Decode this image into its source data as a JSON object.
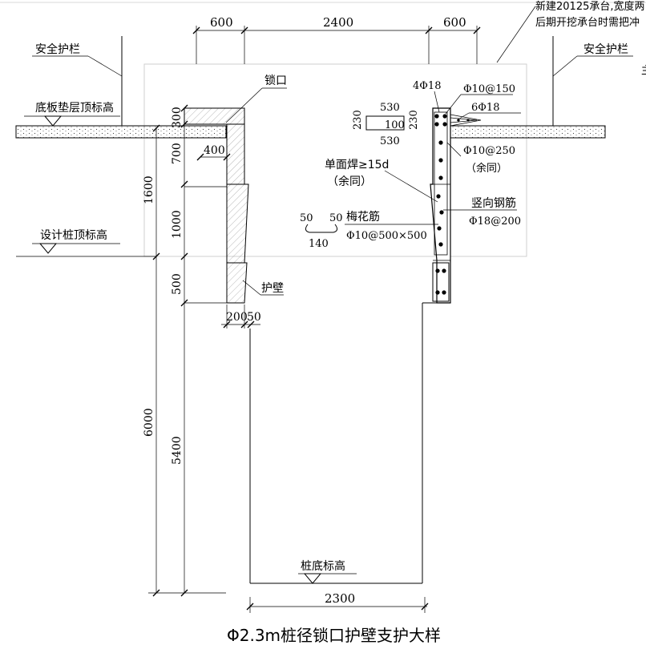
{
  "top_note": {
    "line1": "新建20125承台,宽度两",
    "line2": "后期开挖承台时需把冲"
  },
  "dims": {
    "top_left": "600",
    "top_mid": "2400",
    "top_right": "600",
    "lock_h": "300",
    "d700": "700",
    "d1600": "1600",
    "d1000": "1000",
    "d500": "500",
    "d6000": "6000",
    "d5400": "5400",
    "w400": "400",
    "w200": "200",
    "w50": "50",
    "bottom": "2300"
  },
  "labels": {
    "safety_rail_left": "安全护栏",
    "safety_rail_right": "安全护栏",
    "slab_top": "底板垫层顶标高",
    "pile_top": "设计桩顶标高",
    "lock": "锁口",
    "wall": "护壁",
    "pile_bottom": "桩底标高",
    "rebar_4phi18": "4Φ18",
    "rebar_phi10_150": "Φ10@150",
    "rebar_6phi18": "6Φ18",
    "rebar_phi10_250": "Φ10@250",
    "same1": "（余同）",
    "weld": "单面焊≥15d",
    "same2": "（余同）",
    "vertical_rebar": "竖向钢筋",
    "vertical_spec": "Φ18@200",
    "plum_rebar": "梅花筋",
    "plum_spec": "Φ10@500×500",
    "s530a": "530",
    "s230a": "230",
    "s100": "100",
    "s230b": "230",
    "s530b": "530",
    "h50a": "50",
    "h50b": "50",
    "h140": "140"
  },
  "title": "Φ2.3m桩径锁口护壁支护大样"
}
